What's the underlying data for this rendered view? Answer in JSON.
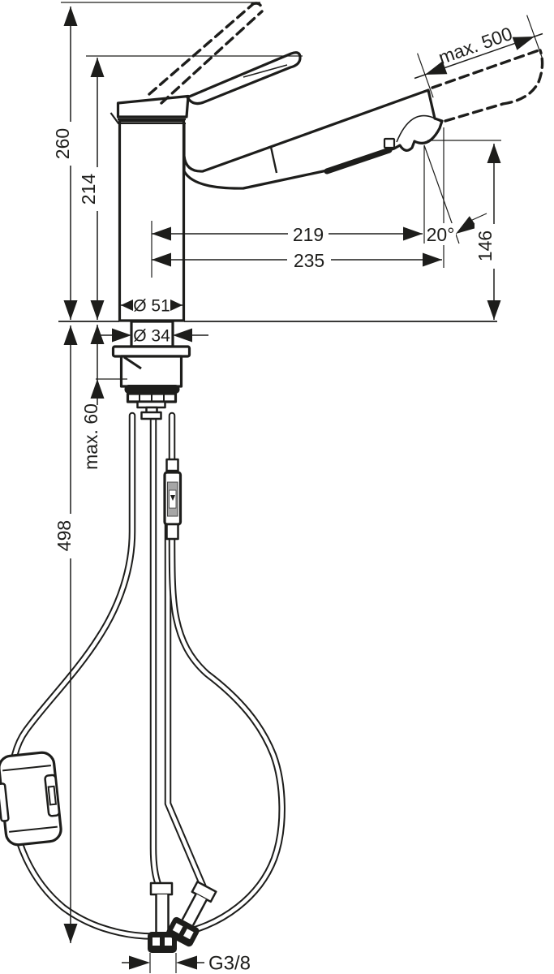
{
  "drawing": {
    "background": "#ffffff",
    "ink": "#1d1d1b",
    "sticker_gray": "#a6a6a6"
  },
  "dimensions": {
    "total_height": "260",
    "spout_tip_height": "214",
    "pullout_max_extension": "max. 500",
    "spout_reach": "219",
    "max_reach": "235",
    "spray_angle": "20°",
    "outlet_height": "146",
    "body_diameter": "Ø 51",
    "shank_diameter": "Ø 34",
    "max_mounting_depth": "max. 60",
    "hose_length_below_deck": "498",
    "supply_connection_thread": "G3/8"
  }
}
